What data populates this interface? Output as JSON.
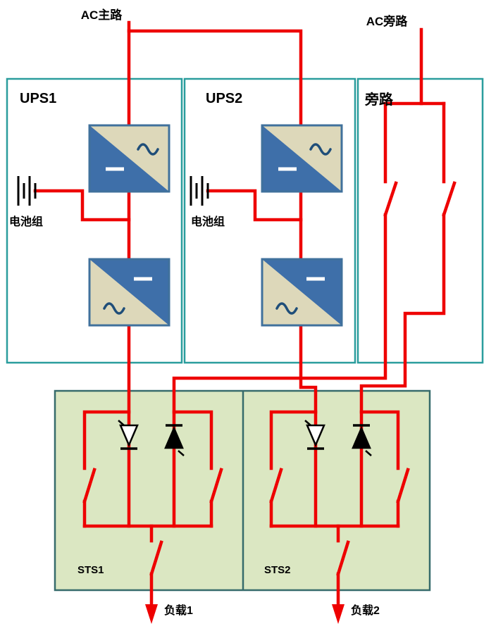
{
  "diagram": {
    "type": "dual-bus UPS power system one-line diagram",
    "top_labels": {
      "ac_main": "AC主路",
      "ac_bypass": "AC旁路"
    },
    "sections": {
      "ups1": {
        "title": "UPS1",
        "battery_label": "电池组"
      },
      "ups2": {
        "title": "UPS2",
        "battery_label": "电池组"
      },
      "bypass": {
        "title": "旁路"
      }
    },
    "sts": {
      "sts1_label": "STS1",
      "sts2_label": "STS2"
    },
    "loads": {
      "load1": "负载1",
      "load2": "负载2"
    },
    "symbols": {
      "rectifier": "AC/DC converter (sine over minus)",
      "inverter": "DC/AC converter (minus over sine)",
      "scr_pair": "anti-parallel thyristor static switch",
      "breaker": "red blade switch",
      "battery": "battery plates symbol",
      "load_arrow": "downward red arrow"
    },
    "colors": {
      "wire_red": "#ee0000",
      "box_teal": "#2a9d9d",
      "sts_fill": "#dbe7c2",
      "sts_border": "#366b6b",
      "converter_blue": "#3e6fa9",
      "converter_beige": "#ddd8ba",
      "converter_border": "#40719c",
      "symbol_navy": "#1f4e79",
      "text_black": "#000000"
    }
  }
}
